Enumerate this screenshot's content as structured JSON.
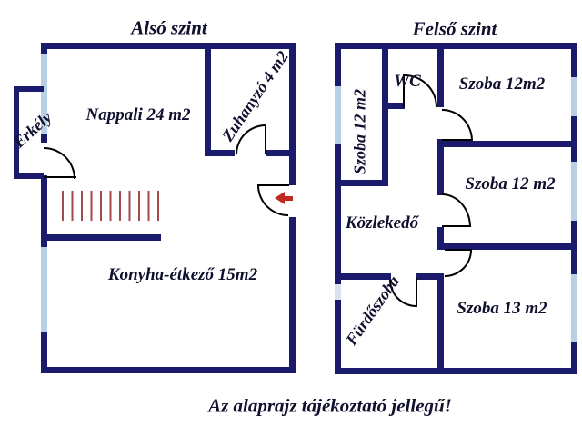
{
  "colors": {
    "wall": "#1b1b6e",
    "window": "#b9cfe6",
    "door_line": "#000000",
    "stairs": "#a04a4a",
    "arrow": "#c02b20",
    "text": "#10102e",
    "background": "#ffffff"
  },
  "lower_floor": {
    "title": "Alsó szint",
    "rooms": {
      "nappali": "Nappali 24 m2",
      "zuhanyzo": "Zuhanyzó 4 m2",
      "erkely": "Erkély",
      "konyha_etkezo": "Konyha-étkező 15m2"
    }
  },
  "upper_floor": {
    "title": "Felső szint",
    "rooms": {
      "szoba_left": "Szoba 12 m2",
      "wc": "WC",
      "szoba_top_right": "Szoba 12m2",
      "szoba_mid_right": "Szoba 12 m2",
      "szoba_bottom_right": "Szoba 13 m2",
      "kozlekedo": "Közlekedő",
      "furdoszoba": "Fürdőszoba"
    }
  },
  "footer": {
    "note": "Az alaprajz tájékoztató jellegű!"
  }
}
